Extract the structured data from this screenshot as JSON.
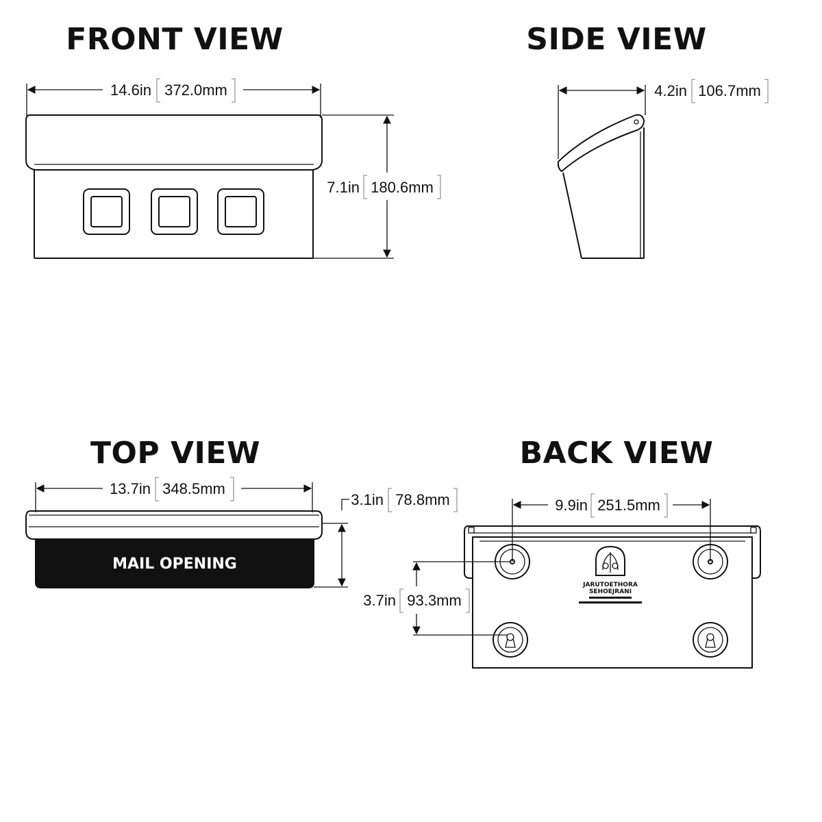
{
  "views": {
    "front": {
      "title": "FRONT VIEW",
      "width_in": "14.6in",
      "width_mm": "372.0mm",
      "height_in": "7.1in",
      "height_mm": "180.6mm"
    },
    "side": {
      "title": "SIDE VIEW",
      "depth_in": "4.2in",
      "depth_mm": "106.7mm"
    },
    "top": {
      "title": "TOP VIEW",
      "width_in": "13.7in",
      "width_mm": "348.5mm",
      "depth_in": "3.1in",
      "depth_mm": "78.8mm",
      "opening_label": "MAIL OPENING"
    },
    "back": {
      "title": "BACK VIEW",
      "hole_spacing_h_in": "9.9in",
      "hole_spacing_h_mm": "251.5mm",
      "hole_spacing_v_in": "3.7in",
      "hole_spacing_v_mm": "93.3mm",
      "logo_text_line1": "JARUTOETHORA",
      "logo_text_line2": "SEHOEJRANI"
    }
  },
  "colors": {
    "line": "#111111",
    "bracket": "#999999",
    "fill_dark": "#111111",
    "background": "#ffffff"
  }
}
